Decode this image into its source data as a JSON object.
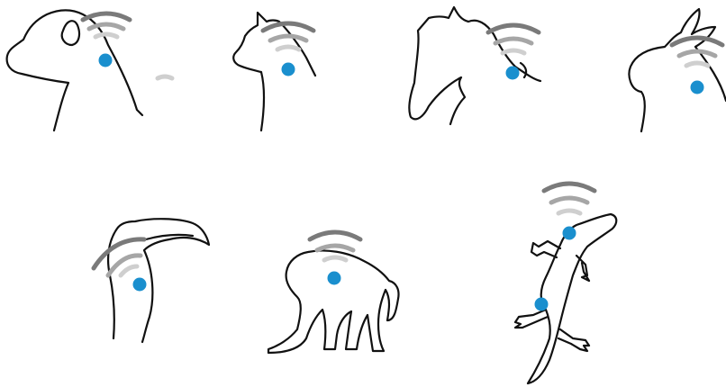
{
  "colors": {
    "outline": "#111111",
    "chip": "#1a8fce",
    "wave_outer": "#7a7a7a",
    "wave_middle": "#a6a6a6",
    "wave_inner": "#cfcfcf",
    "background": "#ffffff"
  },
  "icons": [
    {
      "name": "dog-icon",
      "chip_count": 1
    },
    {
      "name": "cat-icon",
      "chip_count": 1
    },
    {
      "name": "horse-icon",
      "chip_count": 1
    },
    {
      "name": "rabbit-icon",
      "chip_count": 1
    },
    {
      "name": "bird-icon",
      "chip_count": 1
    },
    {
      "name": "monkey-icon",
      "chip_count": 1
    },
    {
      "name": "lizard-icon",
      "chip_count": 2
    }
  ]
}
